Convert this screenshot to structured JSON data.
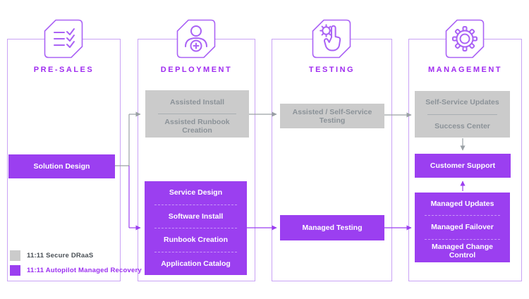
{
  "diagram": {
    "columns": [
      {
        "title": "PRE-SALES",
        "icon": "checklist-icon",
        "purple": [
          "Solution Design"
        ]
      },
      {
        "title": "DEPLOYMENT",
        "icon": "user-add-icon",
        "gray": [
          "Assisted Install",
          "Assisted Runbook Creation"
        ],
        "purple": [
          "Service Design",
          "Software Install",
          "Runbook Creation",
          "Application Catalog"
        ]
      },
      {
        "title": "TESTING",
        "icon": "tap-gear-icon",
        "gray": [
          "Assisted / Self-Service Testing"
        ],
        "purple": [
          "Managed Testing"
        ]
      },
      {
        "title": "MANAGEMENT",
        "icon": "gear-icon",
        "gray": [
          "Self-Service Updates",
          "Success Center"
        ],
        "support": "Customer Support",
        "purple": [
          "Managed Updates",
          "Managed Failover",
          "Managed Change Control"
        ]
      }
    ],
    "legend": [
      {
        "label": "11:11 Secure DRaaS",
        "color": "#cbcbcb"
      },
      {
        "label": "11:11 Autopilot Managed Recovery",
        "color": "#9b3ff0"
      }
    ],
    "colors": {
      "purple_fill": "#9b3ff0",
      "gray_fill": "#cbcbcb",
      "column_border": "#c9a2f5",
      "title_text": "#9f2bf0",
      "gray_text": "#8b9298",
      "connector_gray": "#9aa0a5"
    }
  }
}
